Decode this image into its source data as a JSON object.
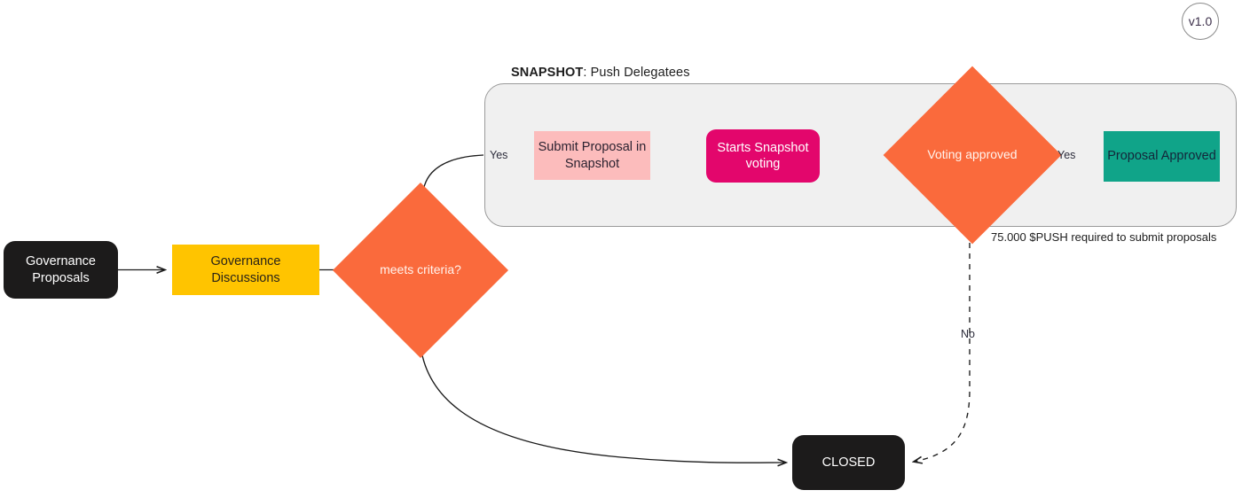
{
  "diagram": {
    "version_badge": "v1.0",
    "group": {
      "title_strong": "SNAPSHOT",
      "title_rest": ": Push Delegatees"
    },
    "caption": "75.000 $PUSH required to submit proposals",
    "nodes": {
      "governance_proposals": "Governance Proposals",
      "governance_discussions": "Governance Discussions",
      "meets_criteria": "meets criteria?",
      "submit_proposal": "Submit Proposal in Snapshot",
      "starts_voting": "Starts Snapshot voting",
      "voting_approved": "Voting approved",
      "proposal_approved": "Proposal Approved",
      "closed": "CLOSED"
    },
    "edge_labels": {
      "criteria_yes": "Yes",
      "voting_yes": "Yes",
      "voting_no": "No"
    },
    "colors": {
      "black": "#1c1b1b",
      "yellow": "#ffc400",
      "orange": "#fa6a3c",
      "pink_light": "#fcbcbc",
      "magenta": "#e3066c",
      "teal": "#10a489",
      "panel_bg": "#f0f0f0",
      "panel_border": "#9a9a9a",
      "edge": "#1a1a1a"
    }
  }
}
